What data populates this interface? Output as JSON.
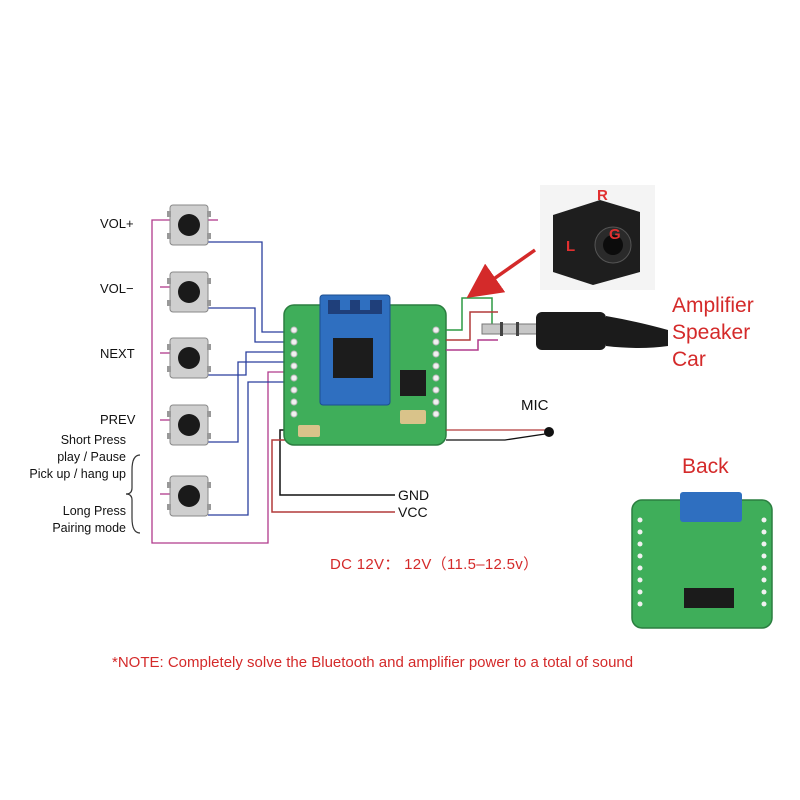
{
  "buttons": [
    {
      "id": "vol-plus",
      "label": "VOL+"
    },
    {
      "id": "vol-minus",
      "label": "VOL−"
    },
    {
      "id": "next",
      "label": "NEXT"
    },
    {
      "id": "prev",
      "label": "PREV"
    },
    {
      "id": "play",
      "label": ""
    }
  ],
  "play_desc": {
    "short_press": "Short Press",
    "short_action1": "play / Pause",
    "short_action2": "Pick up / hang up",
    "long_press": "Long Press",
    "long_action": "Pairing mode"
  },
  "jack_pins": {
    "r": "R",
    "g": "G",
    "l": "L"
  },
  "output_labels": {
    "line1": "Amplifier",
    "line2": "Speaker",
    "line3": "Car"
  },
  "mic_label": "MIC",
  "power": {
    "gnd": "GND",
    "vcc": "VCC"
  },
  "dc_label": "DC 12V：  12V（11.5–12.5v）",
  "back_label": "Back",
  "note": "*NOTE: Completely solve the Bluetooth and amplifier power to a total of sound",
  "colors": {
    "wire_blue": "#2a3f9e",
    "wire_purple": "#b03a8c",
    "wire_red": "#b23a3a",
    "wire_green": "#2d9a44",
    "wire_black": "#111111",
    "pcb_green": "#3fae5a",
    "module_blue": "#2f6fc0",
    "accent_red": "#d42a2a"
  }
}
